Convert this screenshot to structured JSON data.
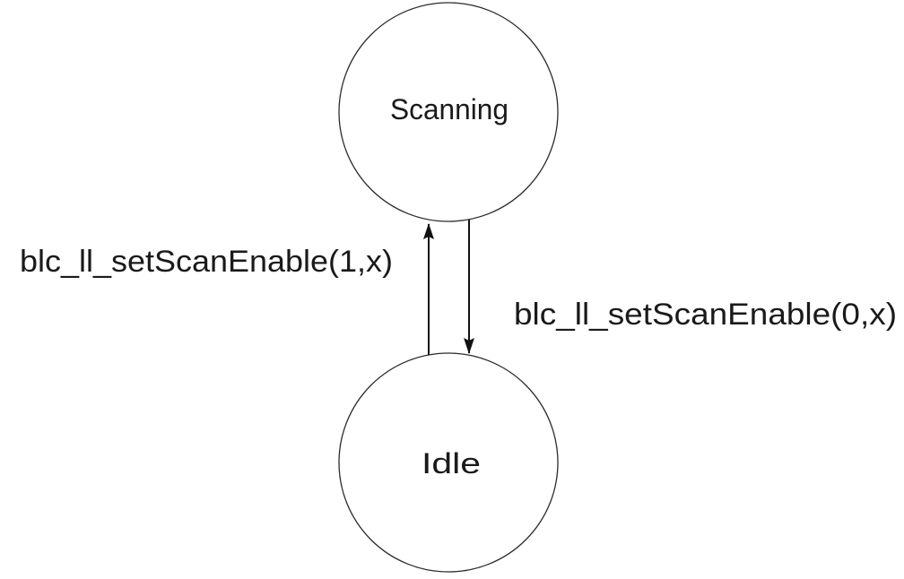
{
  "diagram": {
    "states": [
      {
        "id": "scanning",
        "label": "Scanning"
      },
      {
        "id": "idle",
        "label": "Idle"
      }
    ],
    "transitions": [
      {
        "id": "enable-scan",
        "from": "idle",
        "to": "scanning",
        "label": "blc_ll_setScanEnable(1,x)"
      },
      {
        "id": "disable-scan",
        "from": "scanning",
        "to": "idle",
        "label": "blc_ll_setScanEnable(0,x)"
      }
    ],
    "colors": {
      "line": "#111111",
      "circle_stroke": "#2b2b2b",
      "text": "#1a1a1a",
      "background": "#ffffff"
    }
  }
}
